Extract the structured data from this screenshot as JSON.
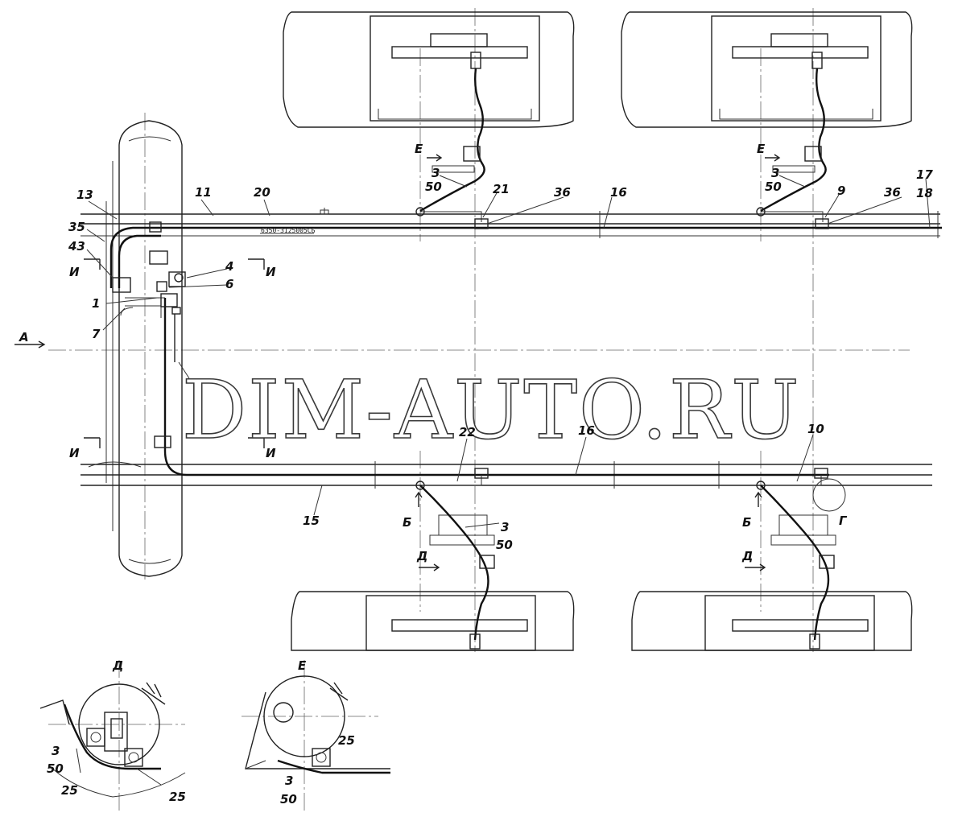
{
  "watermark": "DIM-AUTO.RU",
  "part_number": "6350-3125005СБ",
  "callouts": {
    "n13": "13",
    "n11": "11",
    "n20": "20",
    "n35": "35",
    "n43": "43",
    "n4": "4",
    "n6": "6",
    "n1": "1",
    "n7": "7",
    "n3_top_left": "3",
    "n50_top_left": "50",
    "n21": "21",
    "n36_left": "36",
    "n16_top": "16",
    "n3_top_right": "3",
    "n50_top_right": "50",
    "n9": "9",
    "n36_right": "36",
    "n17": "17",
    "n18": "18",
    "n22": "22",
    "n16_bottom": "16",
    "n10": "10",
    "n15": "15",
    "n3_bottom_left": "3",
    "n50_bottom_left": "50",
    "n3_detail_d": "3",
    "n50_detail_d": "50",
    "n25_detail_d_left": "25",
    "n25_detail_d_right": "25",
    "n25_detail_e": "25",
    "n3_detail_e": "3",
    "n50_detail_e": "50"
  },
  "views": {
    "a": "А",
    "i_top_left": "И",
    "i_top_right": "И",
    "i_bottom_left": "И",
    "i_bottom_right": "И",
    "e_left": "Е",
    "e_right": "Е",
    "b_left": "Б",
    "b_right": "Б",
    "d_left": "Д",
    "d_right": "Д",
    "g": "Г",
    "detail_d": "Д",
    "detail_e": "Е"
  }
}
